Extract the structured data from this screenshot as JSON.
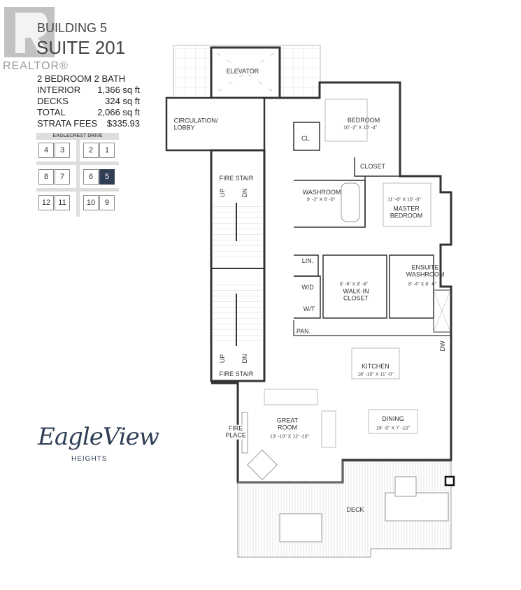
{
  "watermark": {
    "text": "REALTOR®"
  },
  "header": {
    "building": "BUILDING 5",
    "suite": "SUITE 201",
    "type": "2 BEDROOM 2 BATH"
  },
  "specs": [
    {
      "label": "INTERIOR",
      "value": "1,366 sq ft"
    },
    {
      "label": "DECKS",
      "value": "324 sq ft"
    },
    {
      "label": "TOTAL",
      "value": "2,066  sq ft"
    },
    {
      "label": "STRATA FEES",
      "value": "$335.93"
    }
  ],
  "site_map": {
    "street": "EAGLECREST DRIVE",
    "lots": [
      "4",
      "3",
      "2",
      "1",
      "8",
      "7",
      "6",
      "5",
      "12",
      "11",
      "10",
      "9"
    ],
    "selected": "5",
    "selected_color": "#2f3e55"
  },
  "logo": {
    "name": "EagleView",
    "sub": "HEIGHTS",
    "color": "#2f3e55"
  },
  "rooms": {
    "elevator": "ELEVATOR",
    "lobby": "CIRCULATION/\nLOBBY",
    "cl": "CL.",
    "bedroom": "BEDROOM",
    "bedroom_dim": "10' -2\" X 10' -4\"",
    "closet": "CLOSET",
    "fire_stair_top": "FIRE STAIR",
    "up": "UP",
    "dn": "DN",
    "washroom": "WASHROOM",
    "washroom_dim": "9' -2\" X 6' -0\"",
    "master_dim": "11' -6\" X 10' -0\"",
    "master": "MASTER\nBEDROOM",
    "lin": "LIN.",
    "walkin_dim": "8' -6\" X 8' -6\"",
    "walkin": "WALK-IN\nCLOSET",
    "ensuite": "ENSUITE\nWASHROOM",
    "ensuite_dim": "8' -4\" X 8' -6\"",
    "wd": "W/D",
    "wt": "W/T",
    "pan": "PAN.",
    "dw": "DW",
    "kitchen": "KITCHEN",
    "kitchen_dim": "18' -10\" X 11' -0\"",
    "fire_stair_bottom": "FIRE STAIR",
    "great_room": "GREAT\nROOM",
    "great_room_dim": "13' -10\" X 12' -10\"",
    "fireplace": "FIRE\nPLACE",
    "dining": "DINING",
    "dining_dim": "15' -0\" X 7' -10\"",
    "deck": "DECK"
  }
}
